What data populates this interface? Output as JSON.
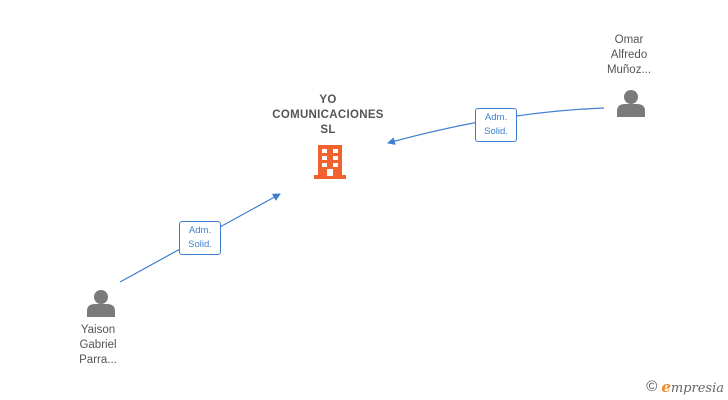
{
  "company": {
    "name_lines": [
      "YO",
      "COMUNICACIONES",
      "SL"
    ],
    "icon": "building-icon",
    "color": "#f0632e"
  },
  "persons": [
    {
      "id": "omar",
      "name_lines": [
        "Omar",
        "Alfredo",
        "Muñoz..."
      ],
      "icon": "person-icon"
    },
    {
      "id": "yaison",
      "name_lines": [
        "Yaison",
        "Gabriel",
        "Parra..."
      ],
      "icon": "person-icon"
    }
  ],
  "relations": [
    {
      "from": "omar",
      "to": "company",
      "role_lines": [
        "Adm.",
        "Solid."
      ]
    },
    {
      "from": "yaison",
      "to": "company",
      "role_lines": [
        "Adm.",
        "Solid."
      ]
    }
  ],
  "colors": {
    "edge": "#3d7fd1",
    "person": "#7a7a7a",
    "text": "#555555"
  },
  "brand": {
    "copyright": "©",
    "initial": "e",
    "rest": "mpresia"
  }
}
